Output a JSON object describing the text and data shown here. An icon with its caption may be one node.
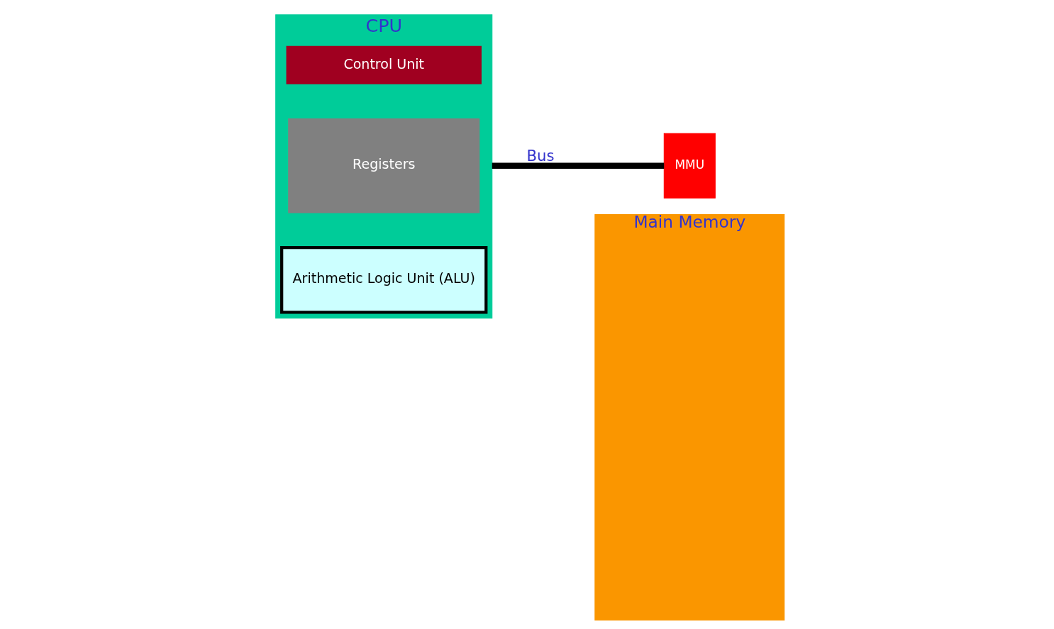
{
  "diagram": {
    "nodes": [
      {
        "text": [
          "CPU"
        ]
      },
      {
        "text": [
          "Control Unit"
        ],
        "in": 0
      },
      {
        "text": [
          "Registers"
        ],
        "in": 0
      },
      {
        "text": [
          "Arithmetic Logic Unit (ALU)"
        ],
        "in": 0
      },
      {
        "text": [
          "Main Memory"
        ]
      },
      {
        "text": [
          "MMU"
        ]
      }
    ],
    "edges": [
      {
        "from": 0,
        "to": 5,
        "arrow": "none",
        "label": "Bus"
      }
    ]
  }
}
